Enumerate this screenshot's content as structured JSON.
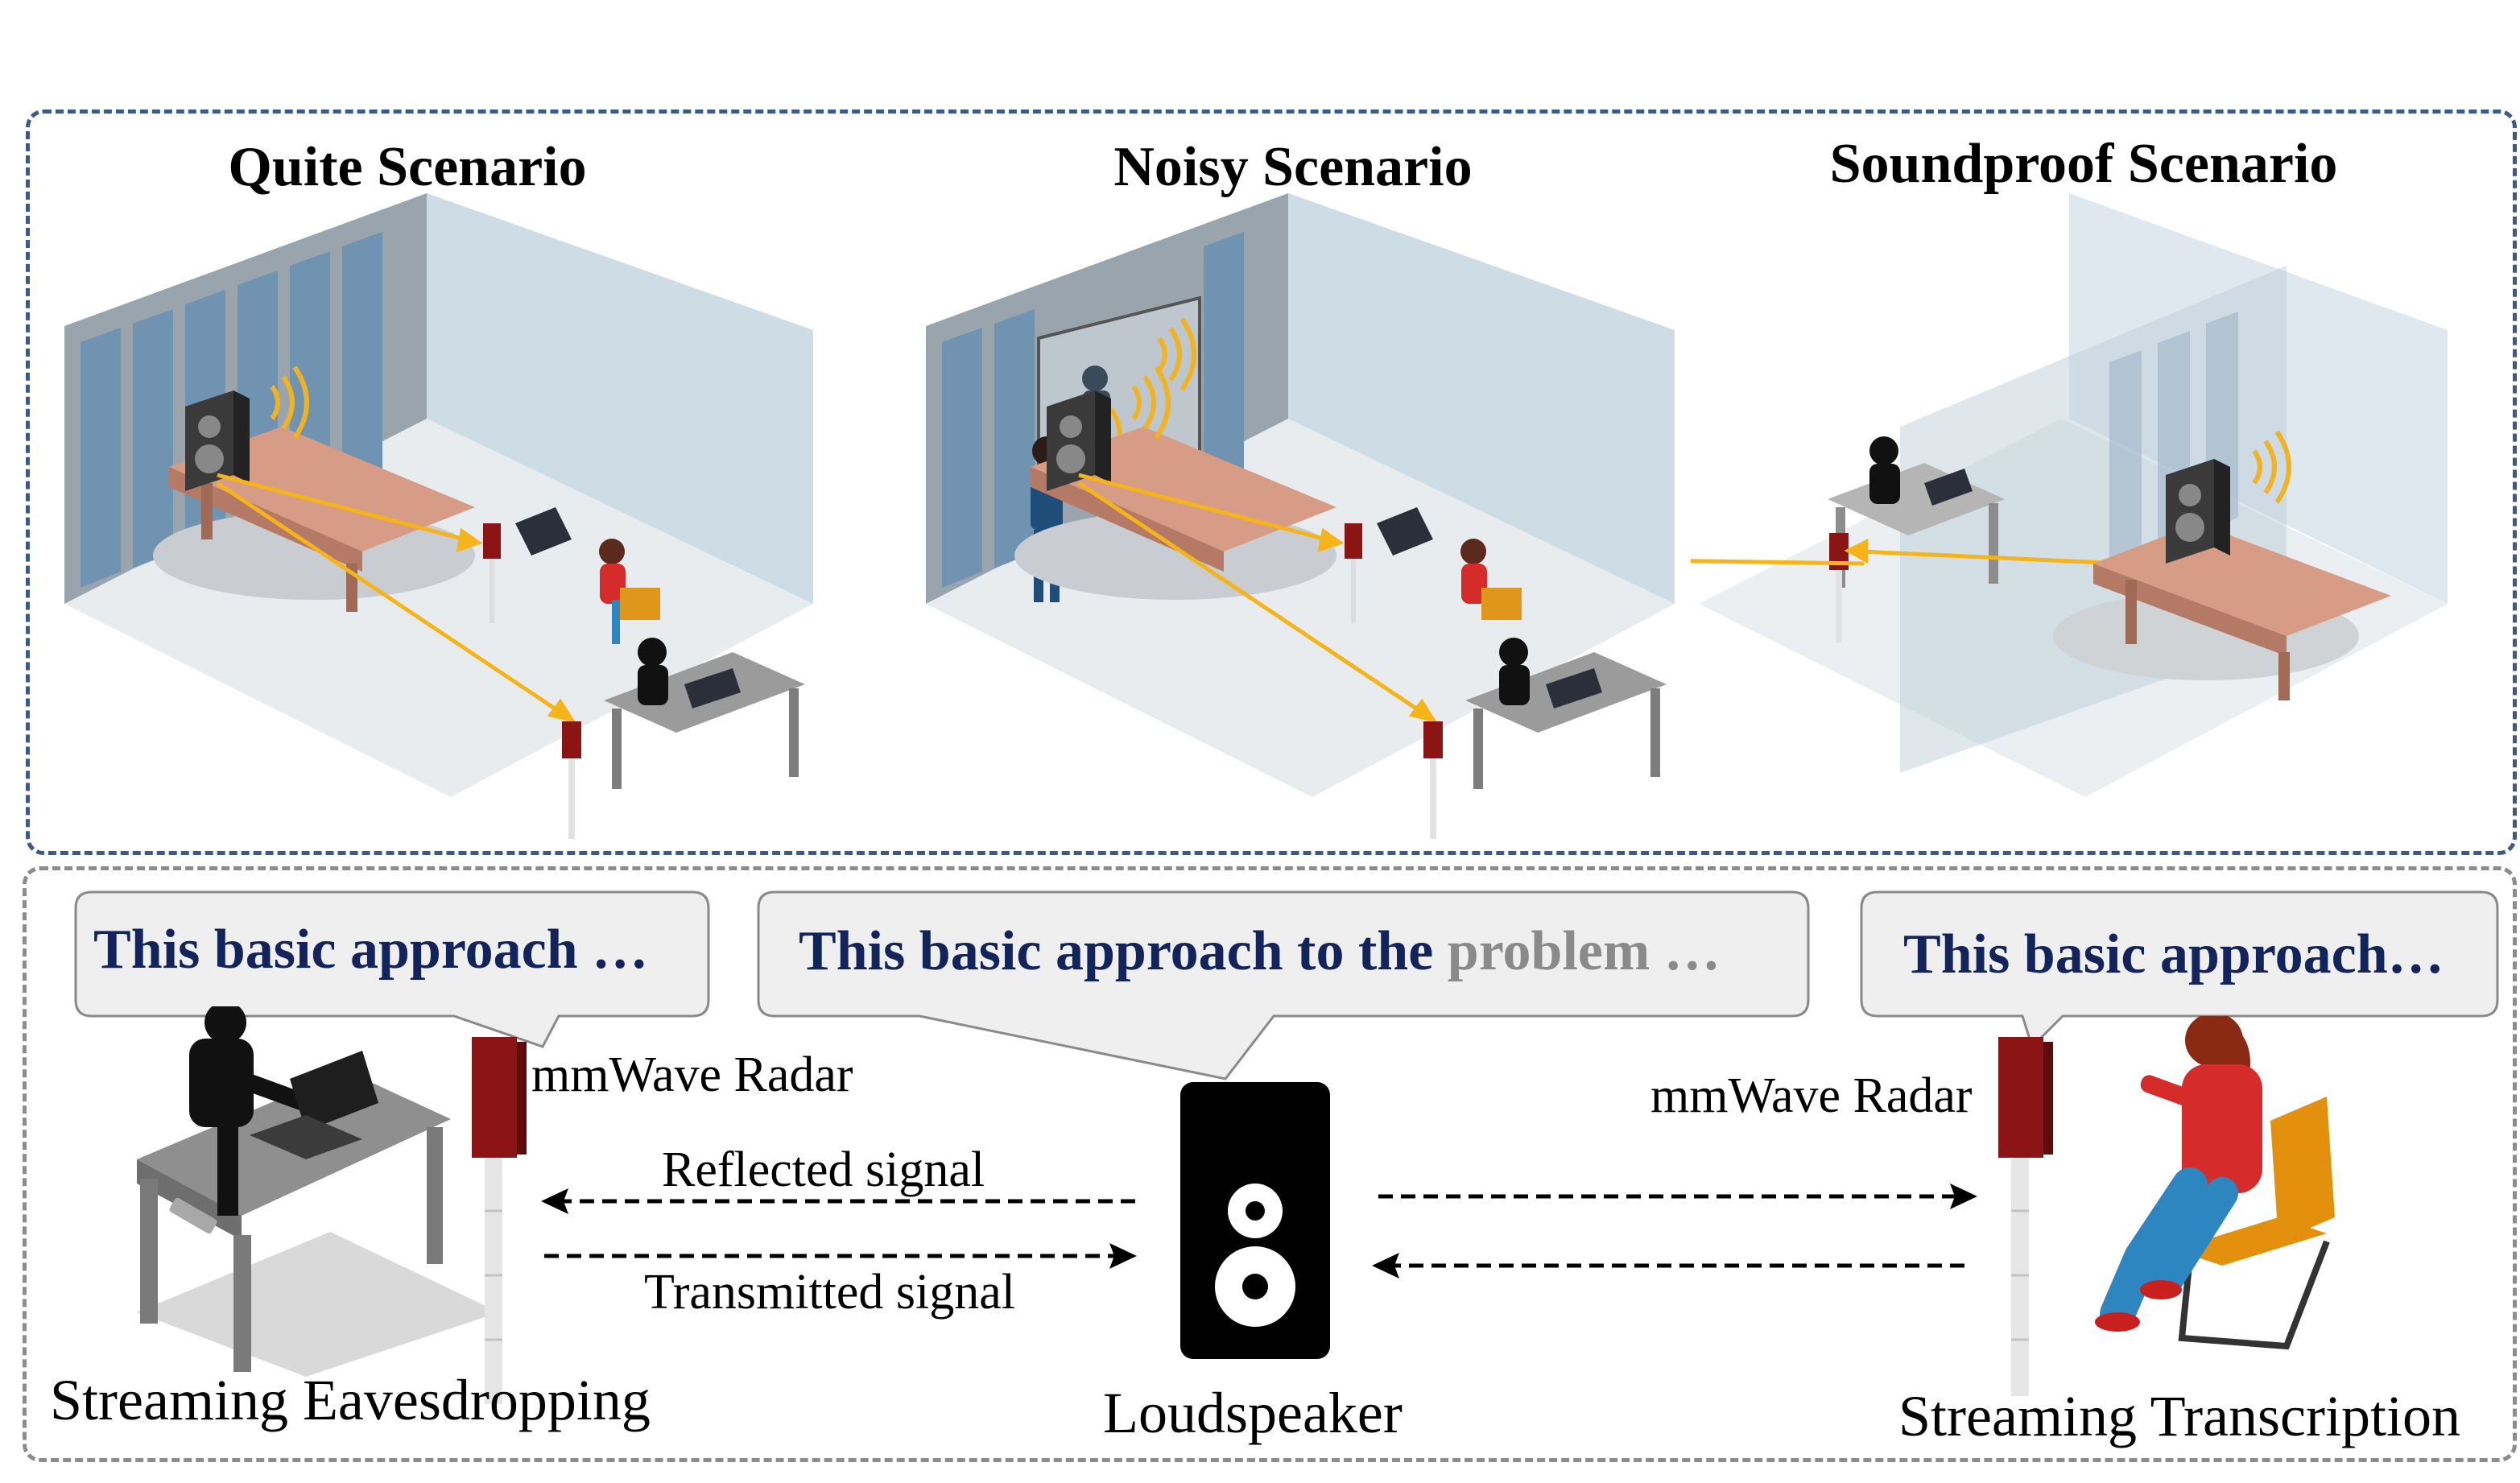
{
  "scenarios": [
    {
      "title": "Quite Scenario"
    },
    {
      "title": "Noisy Scenario"
    },
    {
      "title": "Soundproof Scenario"
    }
  ],
  "bubbles": {
    "left": "This basic approach …",
    "center_main": "This basic approach to the ",
    "center_muted": "problem …",
    "right": "This basic approach…"
  },
  "labels": {
    "radar_left": "mmWave Radar",
    "radar_right": "mmWave Radar",
    "reflected": "Reflected signal",
    "transmitted": "Transmitted signal",
    "eavesdropping": "Streaming Eavesdropping",
    "loudspeaker": "Loudspeaker",
    "transcription": "Streaming Transcription"
  },
  "colors": {
    "top_border": "#3b5a8a",
    "bubble_text": "#12245a",
    "signal_arrow": "#f4b41a",
    "radar": "#8b1414"
  }
}
